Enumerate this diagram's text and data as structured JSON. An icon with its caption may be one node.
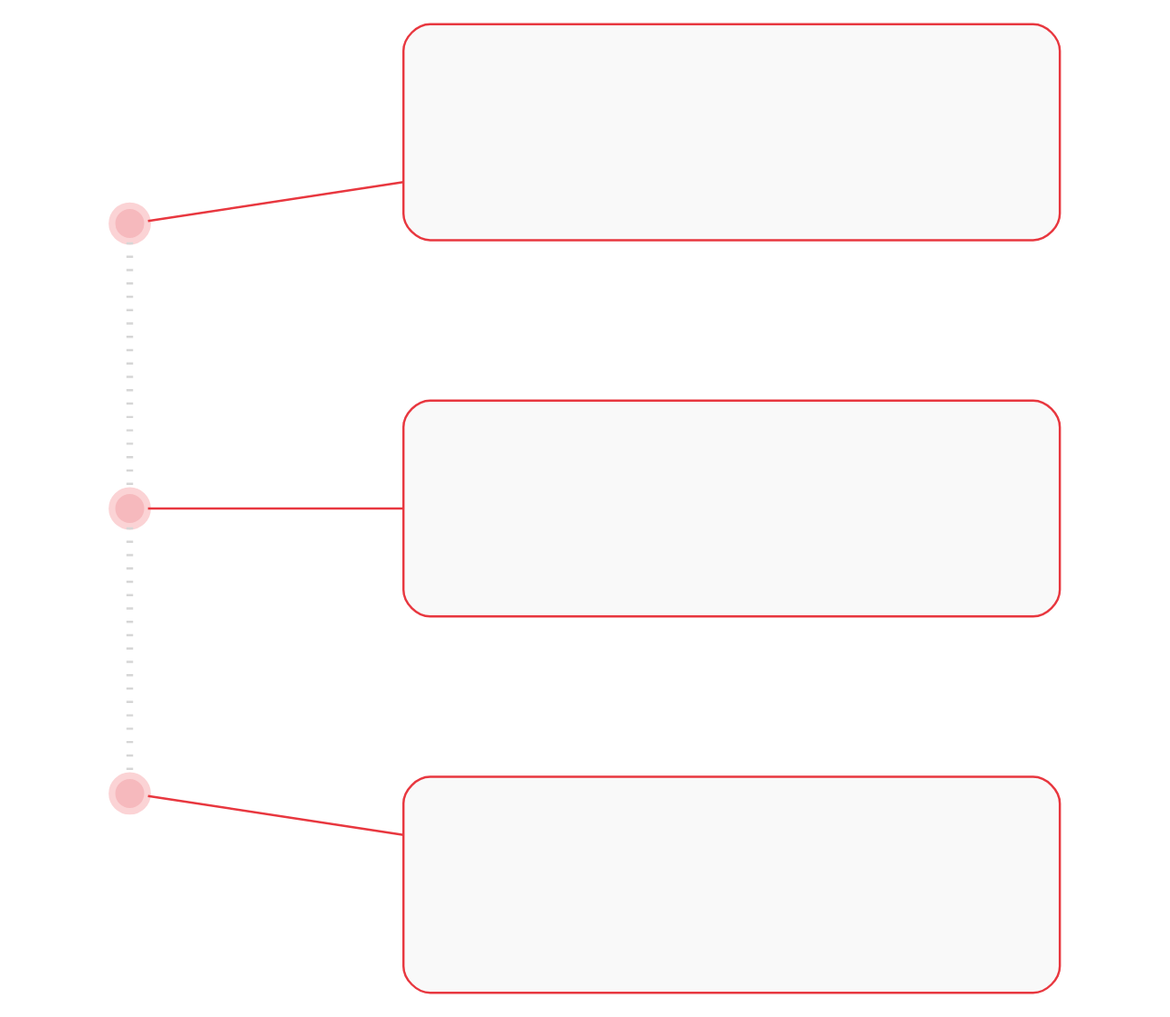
{
  "diagram": {
    "nodes": [
      {
        "text": [],
        "shape": "circle"
      },
      {
        "text": [],
        "shape": "box"
      },
      {
        "text": [],
        "shape": "circle"
      },
      {
        "text": [],
        "shape": "box"
      },
      {
        "text": [],
        "shape": "circle"
      },
      {
        "text": [],
        "shape": "box"
      }
    ],
    "edges": [
      {
        "from": 0,
        "to": 1,
        "arrow": "none"
      },
      {
        "from": 2,
        "to": 3,
        "arrow": "none"
      },
      {
        "from": 4,
        "to": 5,
        "arrow": "none"
      },
      {
        "from": 0,
        "to": 2,
        "arrow": "none",
        "style": "dashed",
        "color": "#d6d6d6"
      },
      {
        "from": 2,
        "to": 4,
        "arrow": "none",
        "style": "dashed",
        "color": "#d6d6d6"
      }
    ]
  }
}
